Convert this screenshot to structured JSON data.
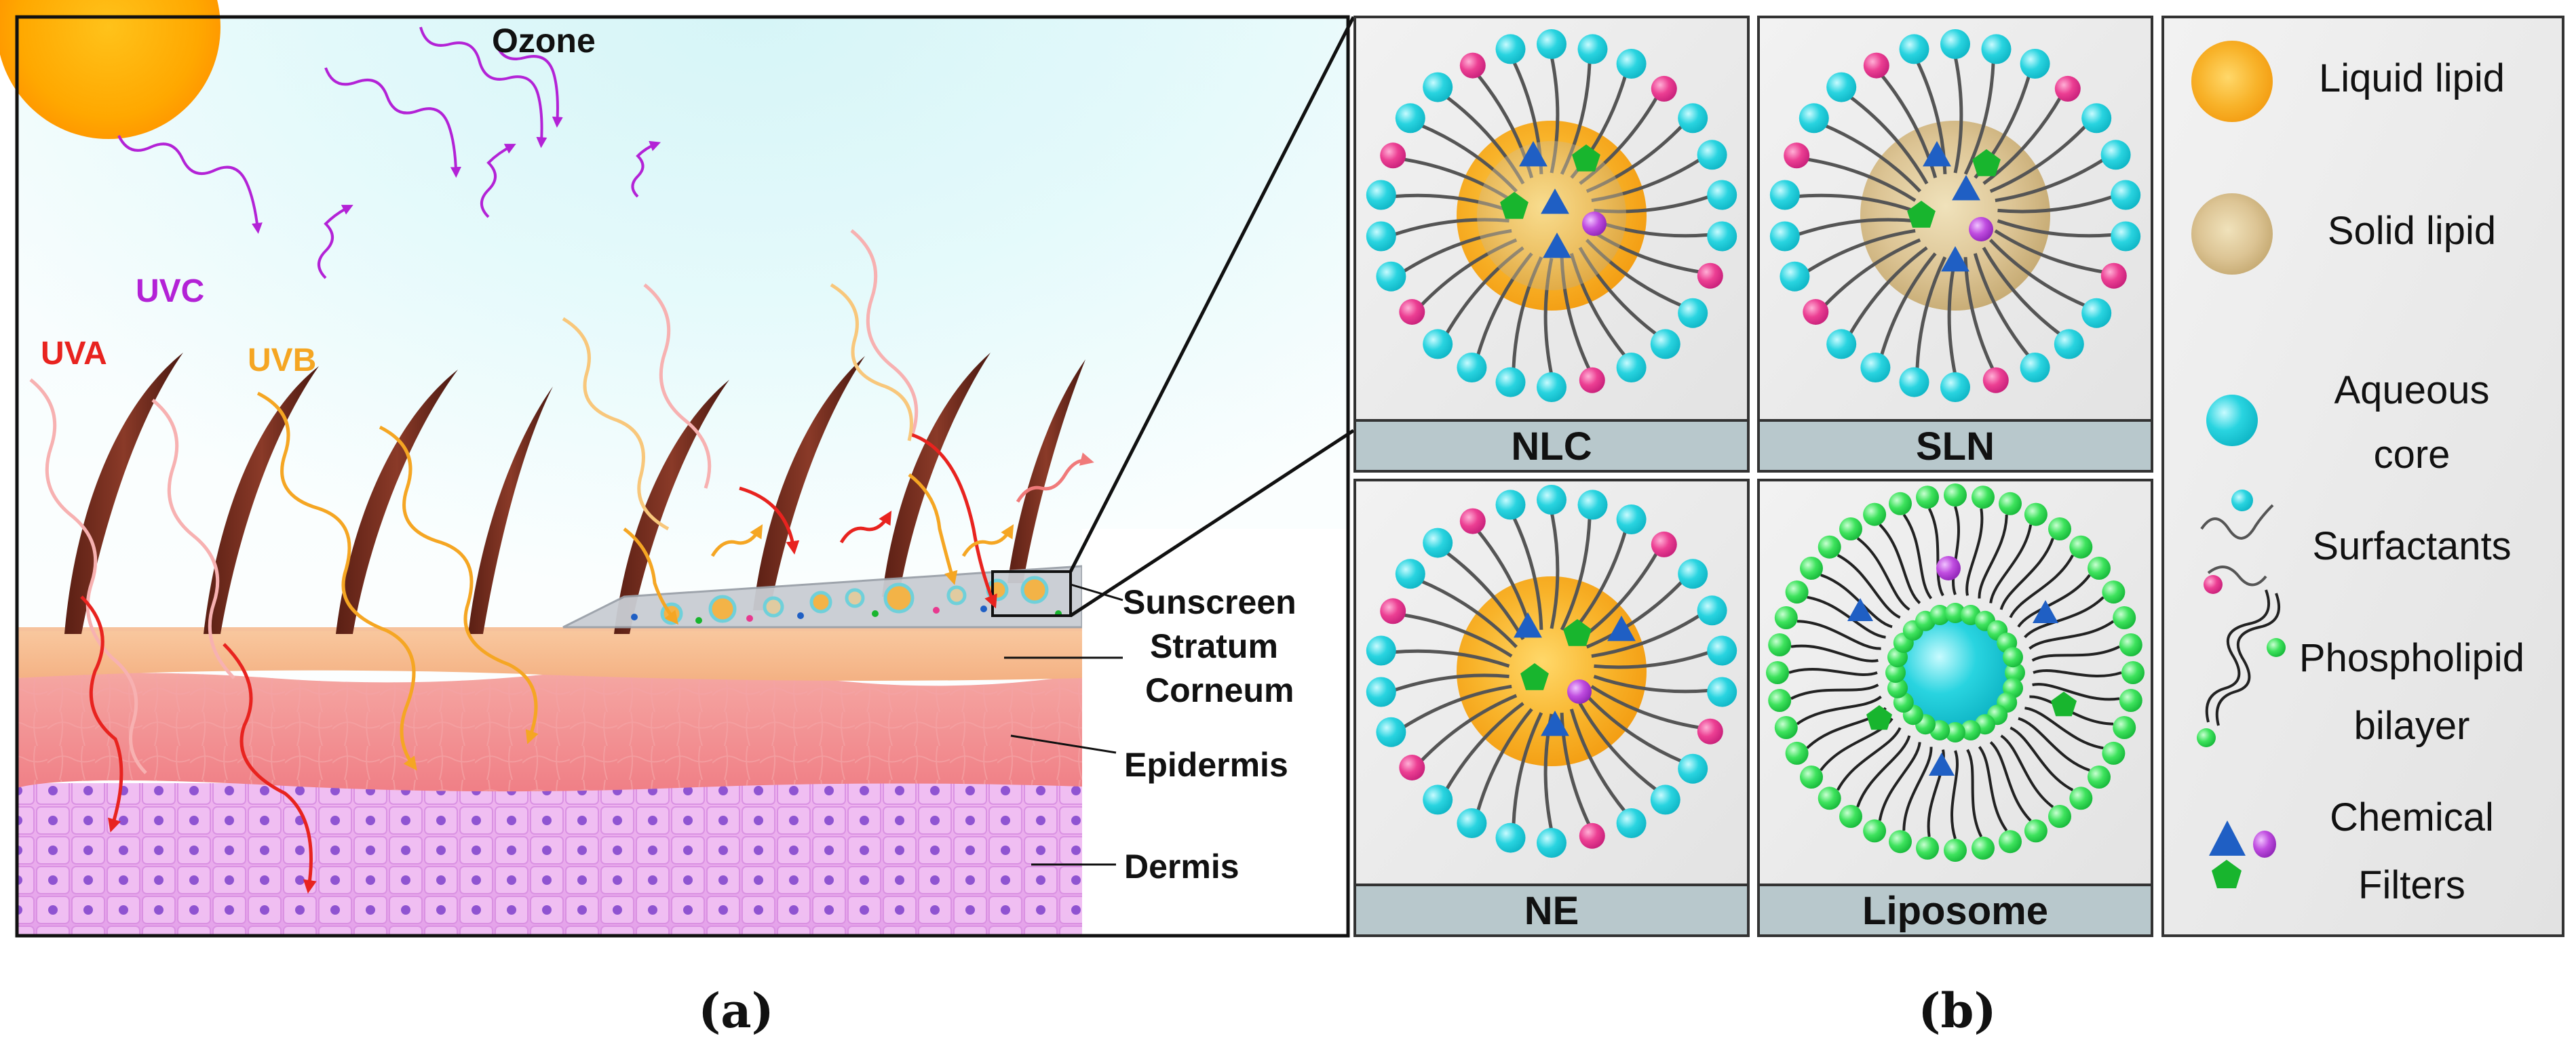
{
  "panel_a": {
    "ozone": "Ozone",
    "uvc": "UVC",
    "uva": "UVA",
    "uvb": "UVB",
    "sunscreen": "Sunscreen",
    "stratum_line1": "Stratum",
    "stratum_line2": "Corneum",
    "epidermis": "Epidermis",
    "dermis": "Dermis",
    "caption": "(a)"
  },
  "panel_b": {
    "nlc": "NLC",
    "sln": "SLN",
    "ne": "NE",
    "liposome": "Liposome",
    "caption": "(b)"
  },
  "legend": {
    "liquid_lipid": "Liquid lipid",
    "solid_lipid": "Solid lipid",
    "aqueous_1": "Aqueous",
    "aqueous_2": "core",
    "surfactants": "Surfactants",
    "phospholipid_1": "Phospholipid",
    "phospholipid_2": "bilayer",
    "chemical_1": "Chemical",
    "chemical_2": "Filters"
  },
  "colors": {
    "uva": "#e8231f",
    "uvb": "#f5a623",
    "uvc": "#b322d6",
    "aqueous": "#1fd1dc",
    "pink_head": "#e8398f",
    "phospholipid": "#37e05a",
    "liquid_lipid": "#f6ad1b",
    "solid_lipid": "#d8c08f",
    "filter_blue": "#1f5fc4",
    "filter_purple": "#c04de0",
    "filter_green": "#18b52e"
  },
  "icons": [
    "sun-icon",
    "uv-ray-icon",
    "hair-icon",
    "nanoparticle-icon",
    "chemical-filter-icon"
  ]
}
